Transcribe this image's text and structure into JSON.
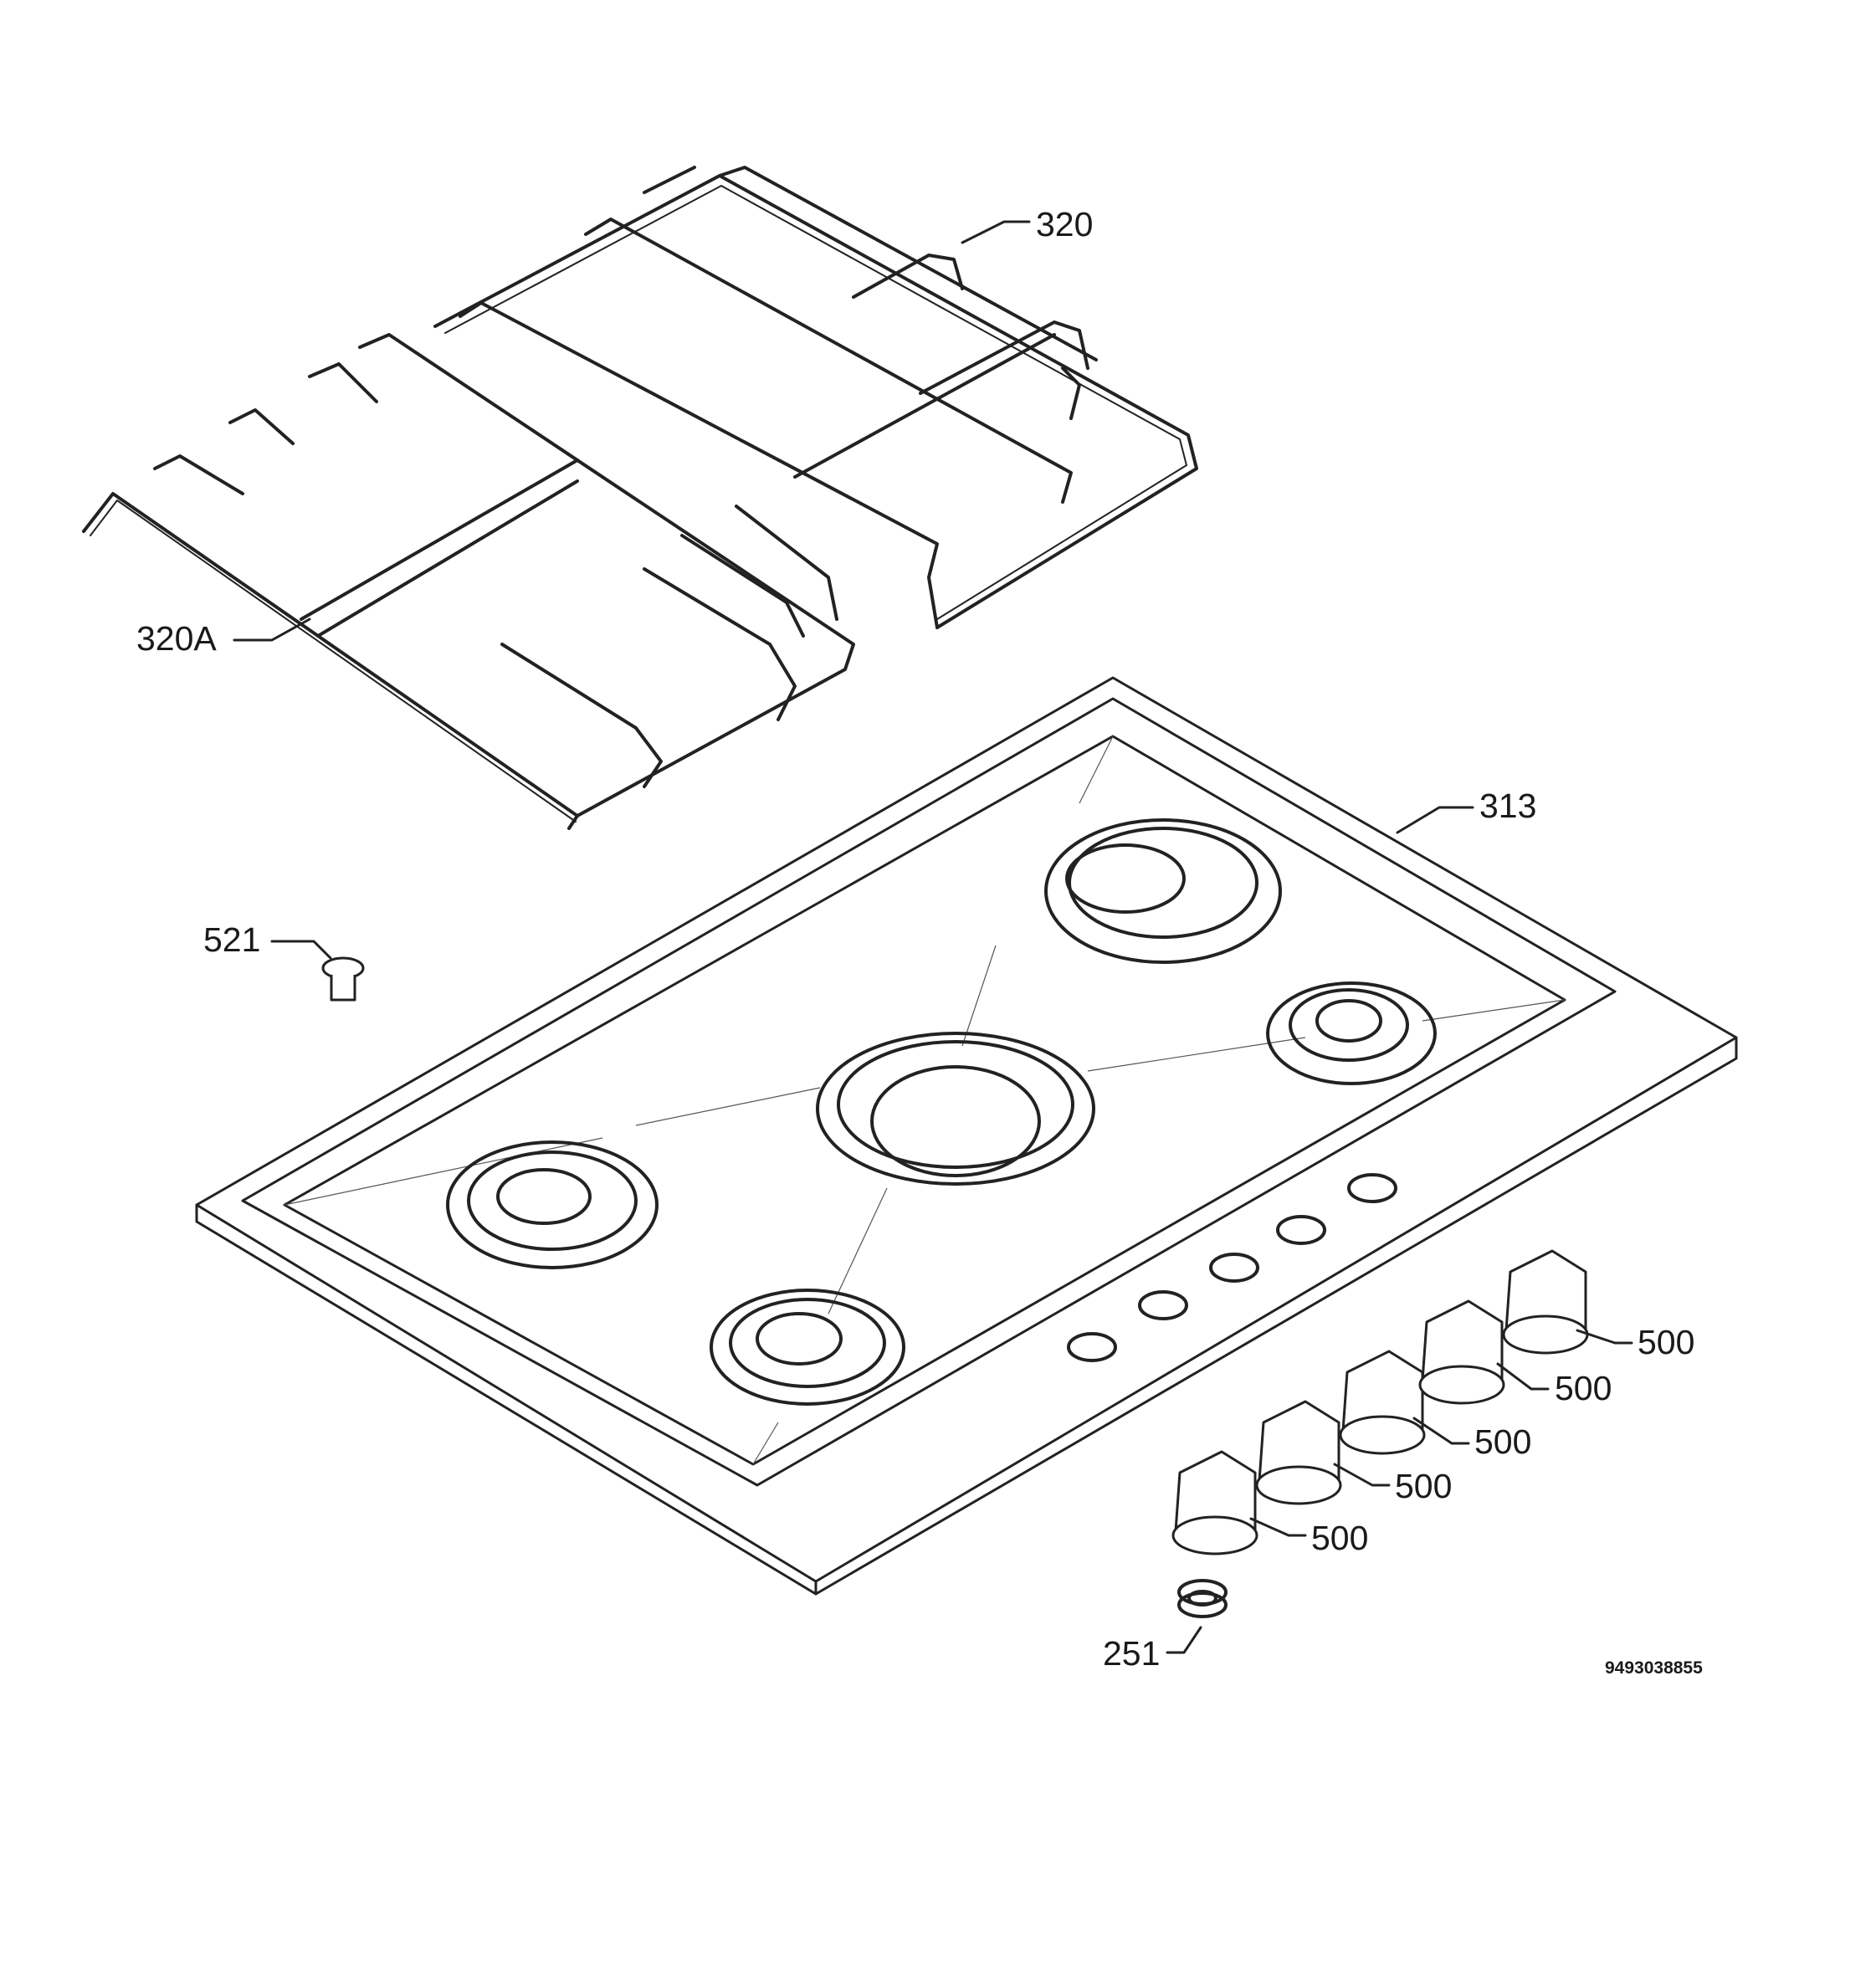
{
  "diagram": {
    "callouts": [
      {
        "id": "grid-right",
        "text": "320"
      },
      {
        "id": "grid-left",
        "text": "320A"
      },
      {
        "id": "hob-top",
        "text": "313"
      },
      {
        "id": "screw",
        "text": "521"
      },
      {
        "id": "knob-1",
        "text": "500"
      },
      {
        "id": "knob-2",
        "text": "500"
      },
      {
        "id": "knob-3",
        "text": "500"
      },
      {
        "id": "knob-4",
        "text": "500"
      },
      {
        "id": "knob-5",
        "text": "500"
      },
      {
        "id": "ring-seal",
        "text": "251"
      }
    ],
    "document_number": "9493038855"
  }
}
